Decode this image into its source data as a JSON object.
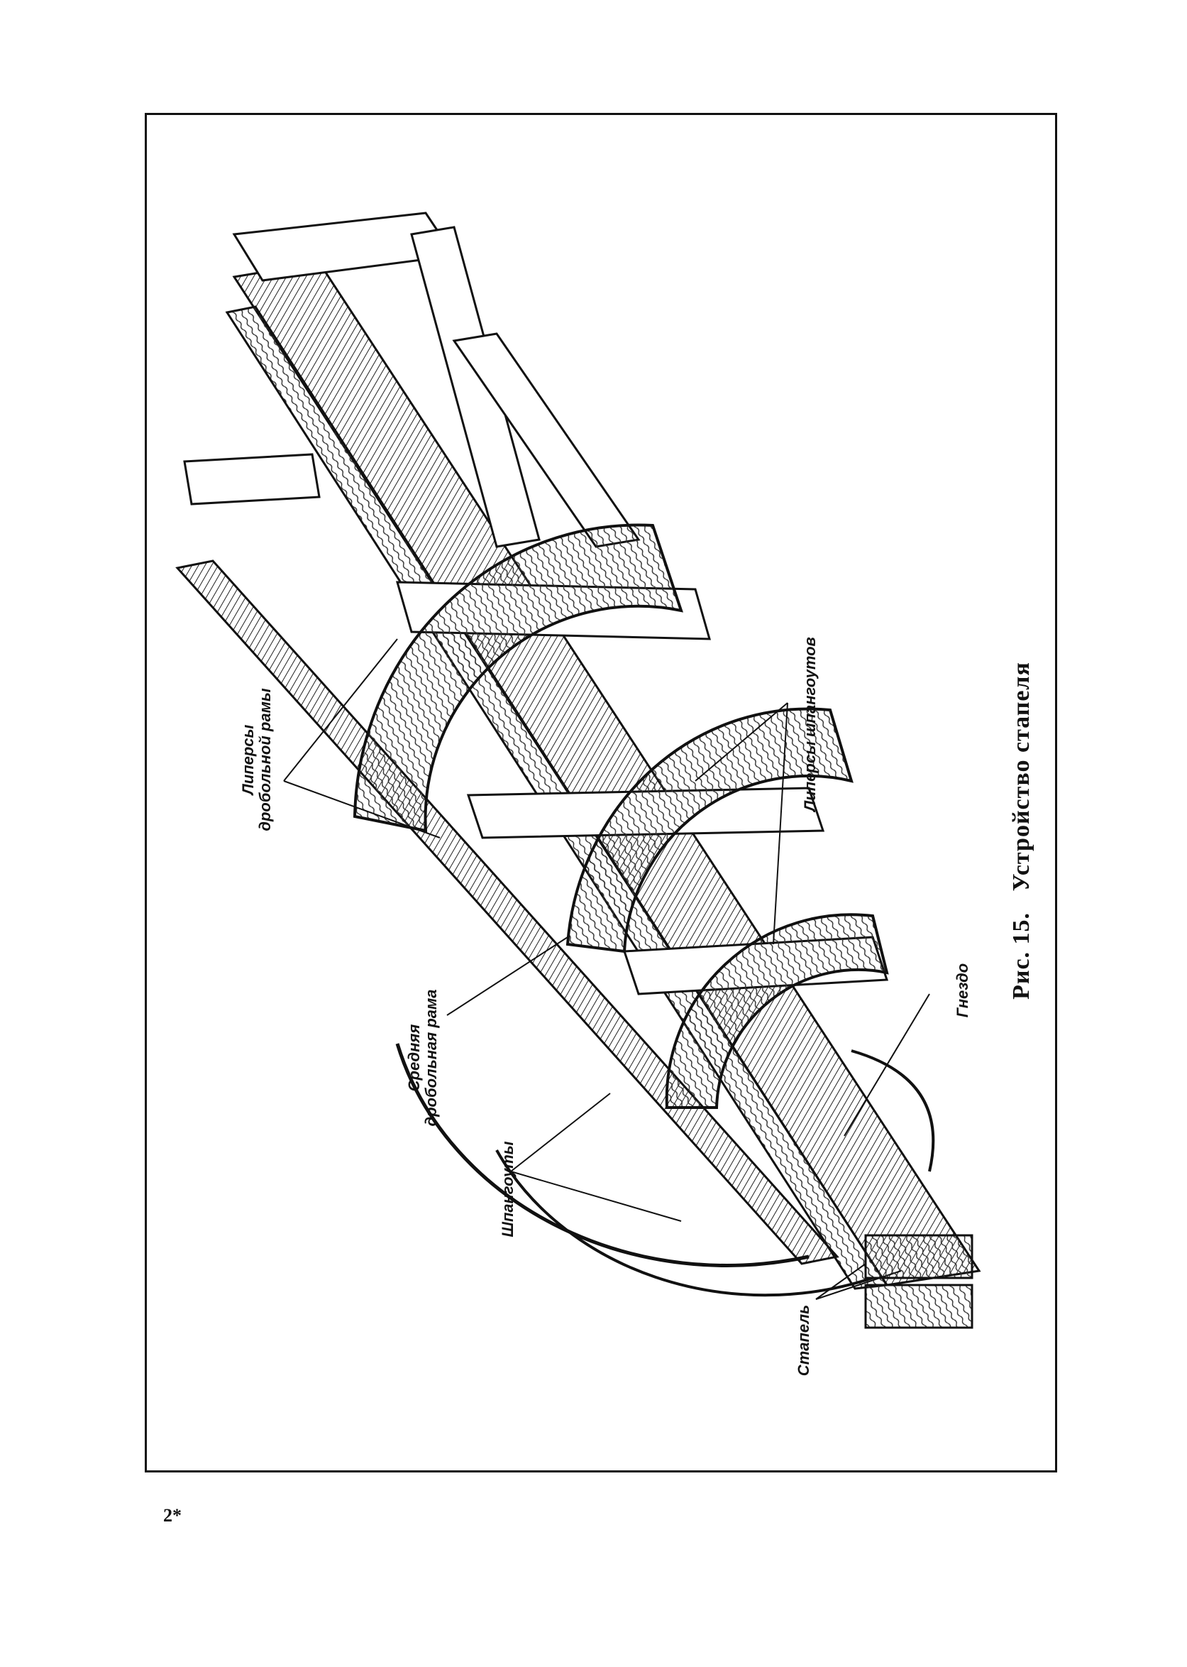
{
  "figure": {
    "number_label": "Рис. 15.",
    "title": "Устройство стапеля"
  },
  "labels": {
    "frame_bar_spacers_line1": "Липерсы",
    "frame_bar_spacers_line2": "дробольной рамы",
    "frame_spacers": "Липерсы шпангоутов",
    "middle_bar_frame_line1": "Средняя",
    "middle_bar_frame_line2": "дробольная рама",
    "frames": "Шпангоуты",
    "nest": "Гнездо",
    "slipway": "Стапель"
  },
  "page": {
    "number": "2*"
  }
}
